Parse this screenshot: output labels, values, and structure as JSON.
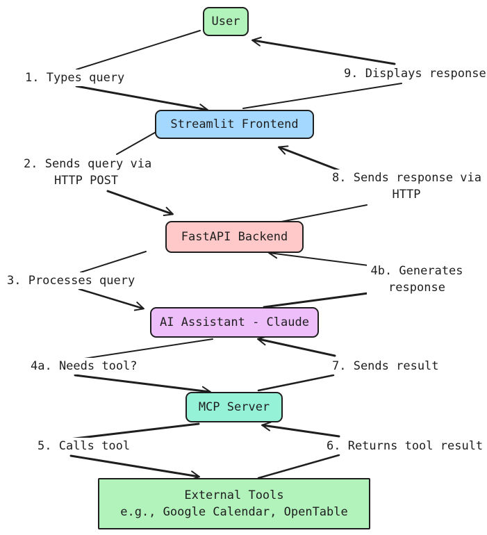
{
  "colors": {
    "stroke": "#1e1e1e",
    "user": "#b2f2bb",
    "frontend": "#a5d8ff",
    "backend": "#ffc9c9",
    "assistant": "#eebefa",
    "mcp": "#96f2d7",
    "external": "#b2f2bb"
  },
  "nodes": {
    "user": "User",
    "frontend": "Streamlit Frontend",
    "backend": "FastAPI Backend",
    "assistant": "AI Assistant - Claude",
    "mcp": "MCP Server",
    "external": {
      "line1": "External Tools",
      "line2": "e.g., Google Calendar, OpenTable"
    }
  },
  "steps": {
    "s1": "1. Types query",
    "s2": {
      "line1": "2. Sends query via",
      "line2": "HTTP POST"
    },
    "s3": "3. Processes query",
    "s4a": "4a. Needs tool?",
    "s4b": {
      "line1": "4b. Generates",
      "line2": "response"
    },
    "s5": "5. Calls tool",
    "s6": "6. Returns tool result",
    "s7": "7. Sends result",
    "s8": {
      "line1": "8. Sends response via",
      "line2": "HTTP"
    },
    "s9": "9. Displays response"
  }
}
